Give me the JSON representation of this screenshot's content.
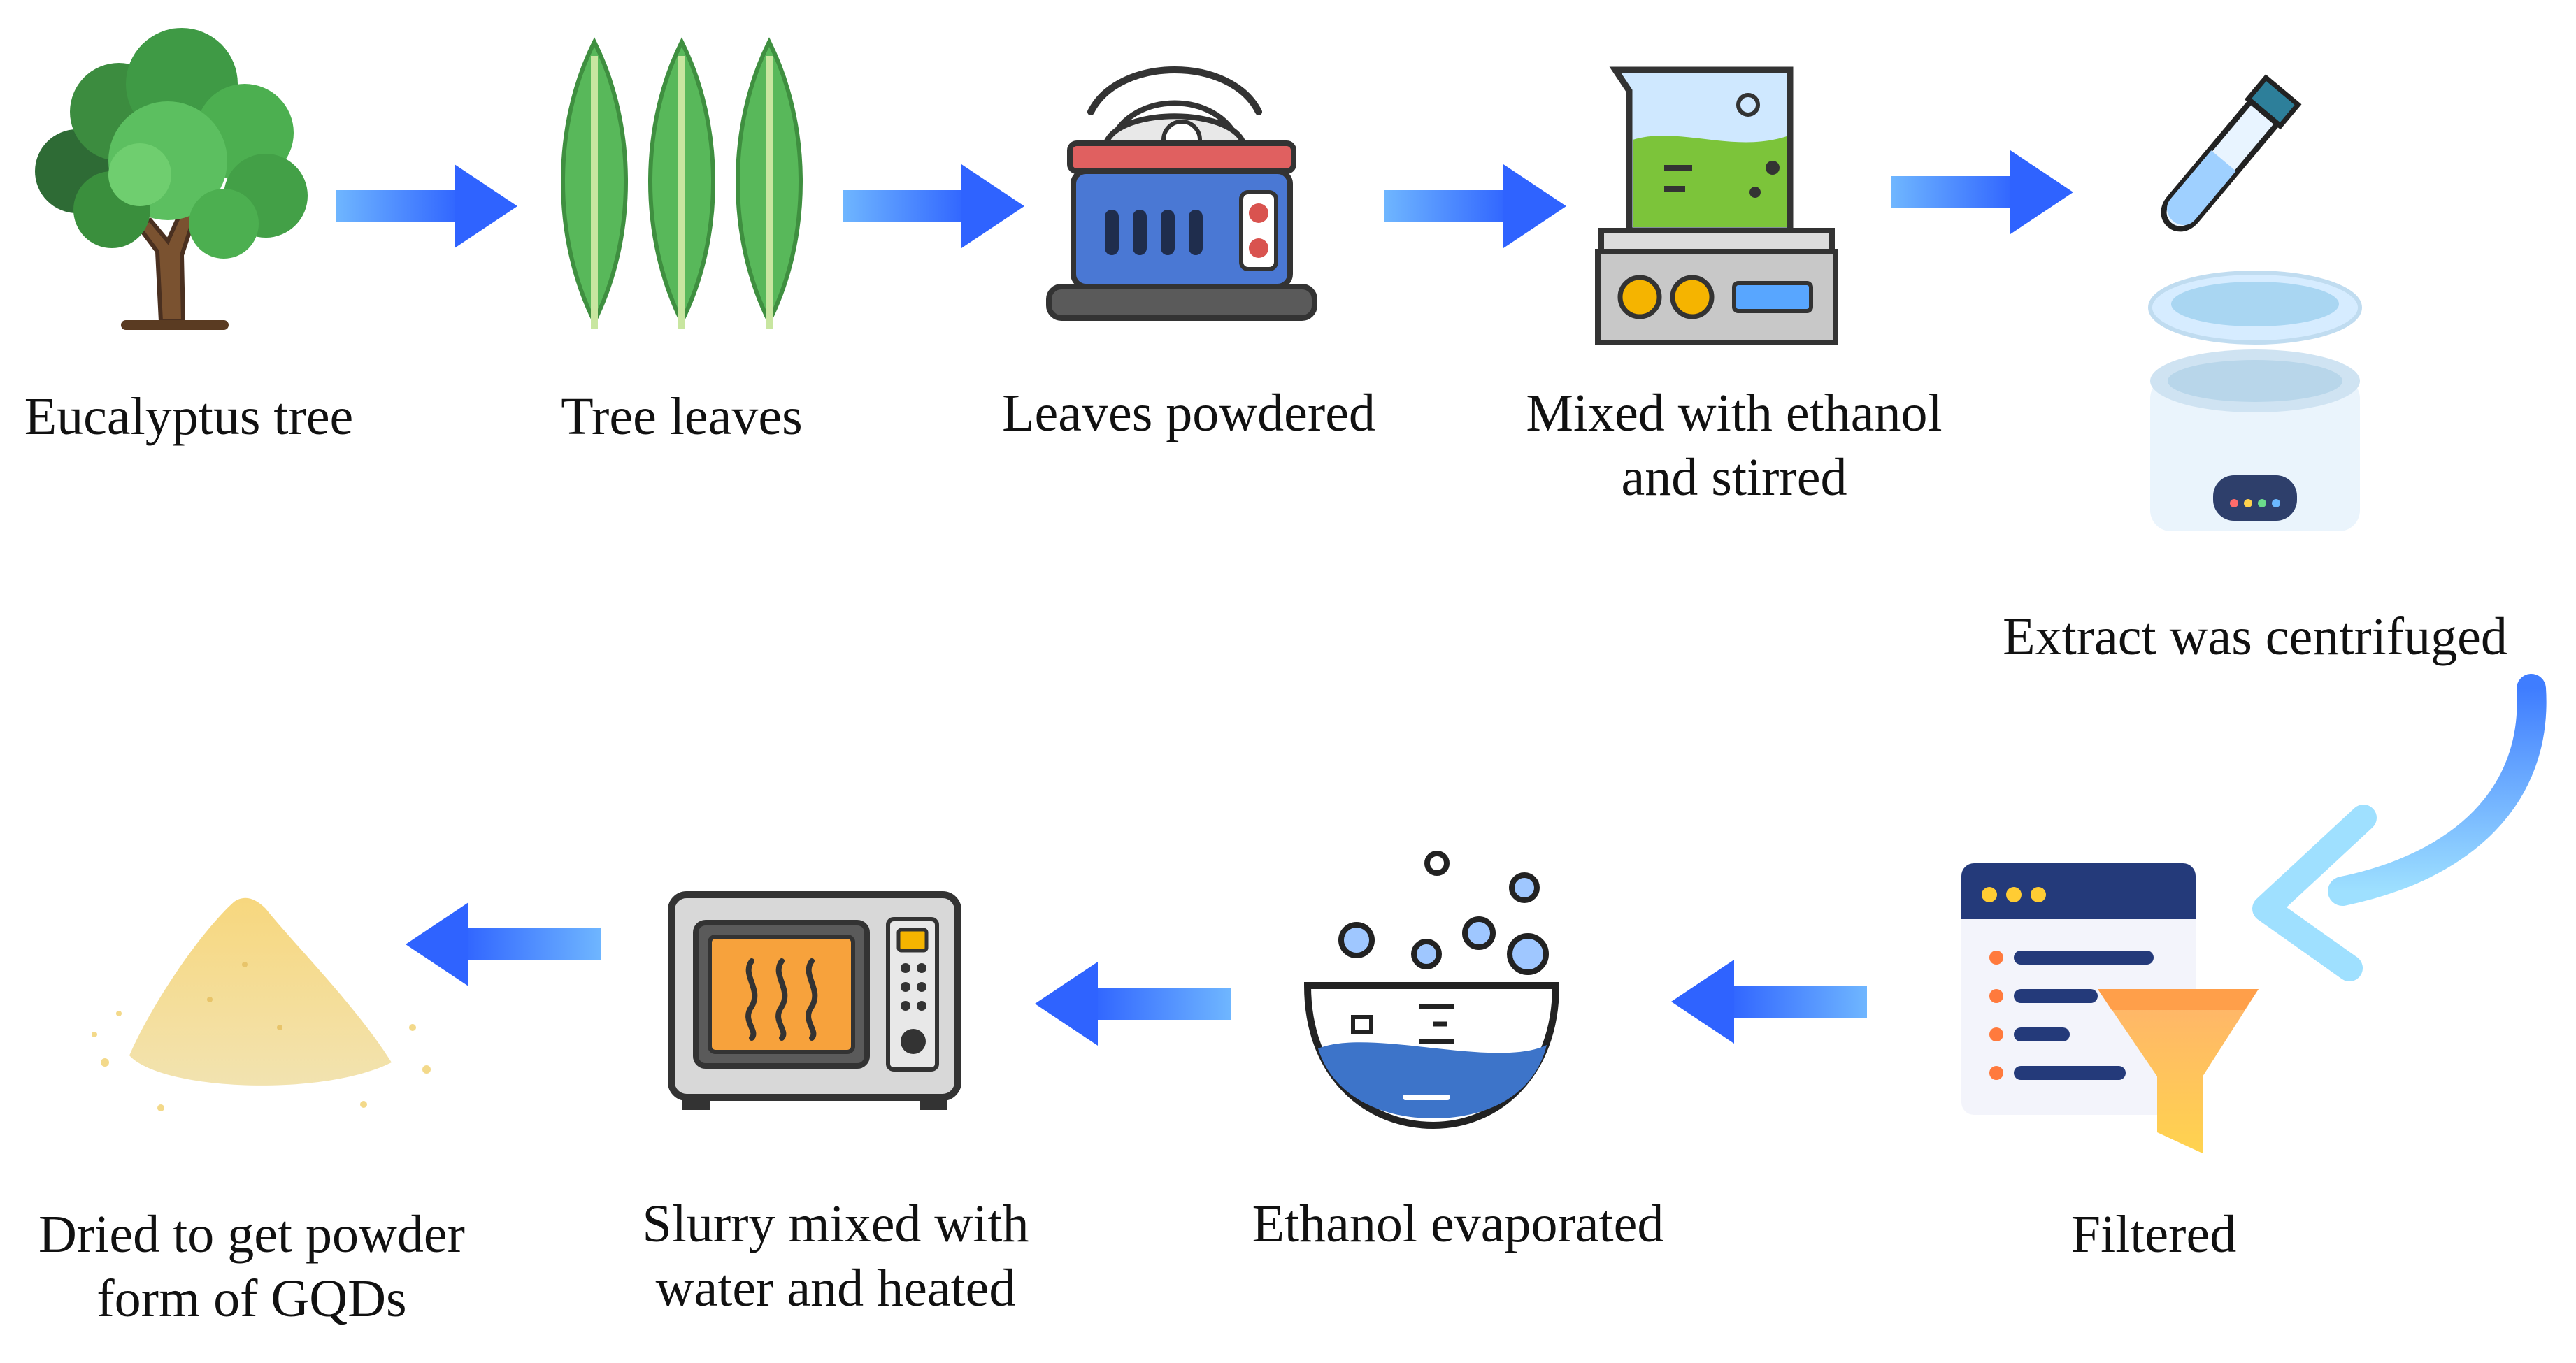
{
  "steps": [
    {
      "id": "eucalyptus-tree",
      "lines": [
        "Eucalyptus tree"
      ]
    },
    {
      "id": "tree-leaves",
      "lines": [
        "Tree leaves"
      ]
    },
    {
      "id": "leaves-powdered",
      "lines": [
        "Leaves powdered"
      ]
    },
    {
      "id": "mixed-ethanol",
      "lines": [
        "Mixed with ethanol",
        "and stirred"
      ]
    },
    {
      "id": "centrifuged",
      "lines": [
        "Extract was centrifuged"
      ]
    },
    {
      "id": "filtered",
      "lines": [
        "Filtered"
      ]
    },
    {
      "id": "ethanol-evaporated",
      "lines": [
        "Ethanol evaporated"
      ]
    },
    {
      "id": "slurry-heated",
      "lines": [
        "Slurry mixed with",
        "water and heated"
      ]
    },
    {
      "id": "dried-powder",
      "lines": [
        "Dried to get powder",
        "form of GQDs"
      ]
    }
  ],
  "icons": {
    "eucalyptus-tree": "tree-icon",
    "tree-leaves": "leaves-icon",
    "leaves-powdered": "grinder-icon",
    "mixed-ethanol": "beaker-stirrer-icon",
    "centrifuged": "centrifuge-icon",
    "filtered": "filter-funnel-icon",
    "ethanol-evaporated": "evaporating-dish-icon",
    "slurry-heated": "microwave-icon",
    "dried-powder": "powder-pile-icon"
  },
  "colors": {
    "arrow_start": "#5aa8ff",
    "arrow_end": "#2f6bff",
    "curved_arrow": "#7ec8ff",
    "text": "#111111"
  }
}
